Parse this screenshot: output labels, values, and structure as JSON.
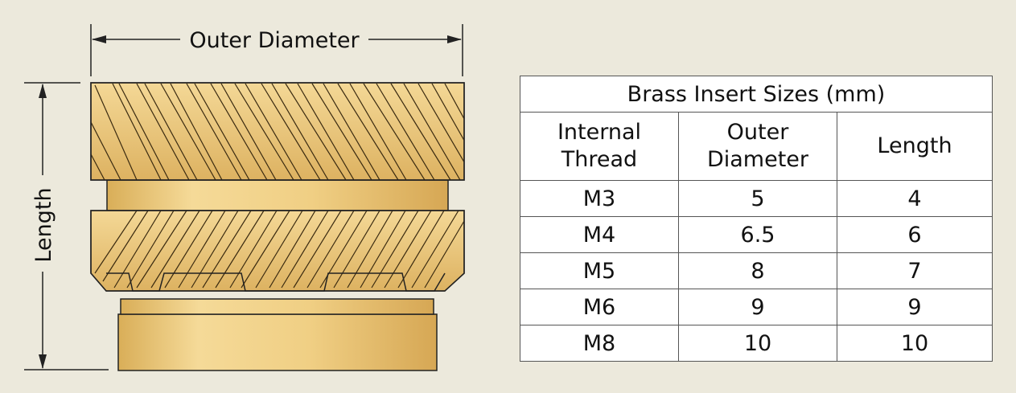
{
  "diagram": {
    "outer_diameter_label": "Outer Diameter",
    "length_label": "Length",
    "colors": {
      "brass_light": "#F2D58E",
      "brass_mid": "#E5BE6A",
      "brass_dark": "#B98B38",
      "outline": "#222222",
      "background": "#ECE9DC"
    }
  },
  "table": {
    "title": "Brass Insert Sizes (mm)",
    "headers": [
      [
        "Internal",
        "Thread"
      ],
      [
        "Outer",
        "Diameter"
      ],
      [
        "Length"
      ]
    ],
    "rows": [
      [
        "M3",
        "5",
        "4"
      ],
      [
        "M4",
        "6.5",
        "6"
      ],
      [
        "M5",
        "8",
        "7"
      ],
      [
        "M6",
        "9",
        "9"
      ],
      [
        "M8",
        "10",
        "10"
      ]
    ]
  }
}
